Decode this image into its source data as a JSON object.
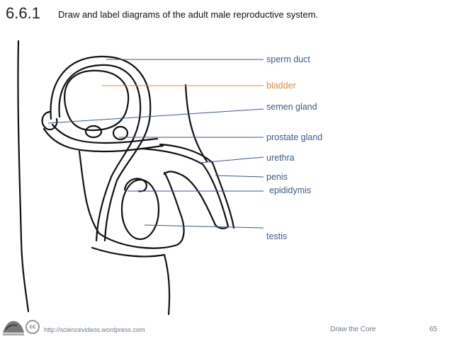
{
  "header": {
    "slide_number": "6.6.1",
    "title": "Draw and label diagrams of the adult male reproductive system."
  },
  "labels": [
    {
      "id": "sperm-duct",
      "text": "sperm duct",
      "color": "#3a5a8c"
    },
    {
      "id": "bladder",
      "text": "bladder",
      "color": "#e08a3c"
    },
    {
      "id": "semen-gland",
      "text": "semen gland",
      "color": "#3a5a8c"
    },
    {
      "id": "prostate-gland",
      "text": "prostate gland",
      "color": "#3a5a8c"
    },
    {
      "id": "urethra",
      "text": "urethra",
      "color": "#3a5a8c"
    },
    {
      "id": "penis",
      "text": "penis",
      "color": "#3a5a8c"
    },
    {
      "id": "epididymis",
      "text": "epididymis",
      "color": "#3a5a8c"
    },
    {
      "id": "testis",
      "text": "testis",
      "color": "#3a5a8c"
    }
  ],
  "footer": {
    "url": "http://sciencevideos.wordpress.com",
    "center": "Draw the Core",
    "page": "65",
    "license_icon": "cc-icon"
  }
}
